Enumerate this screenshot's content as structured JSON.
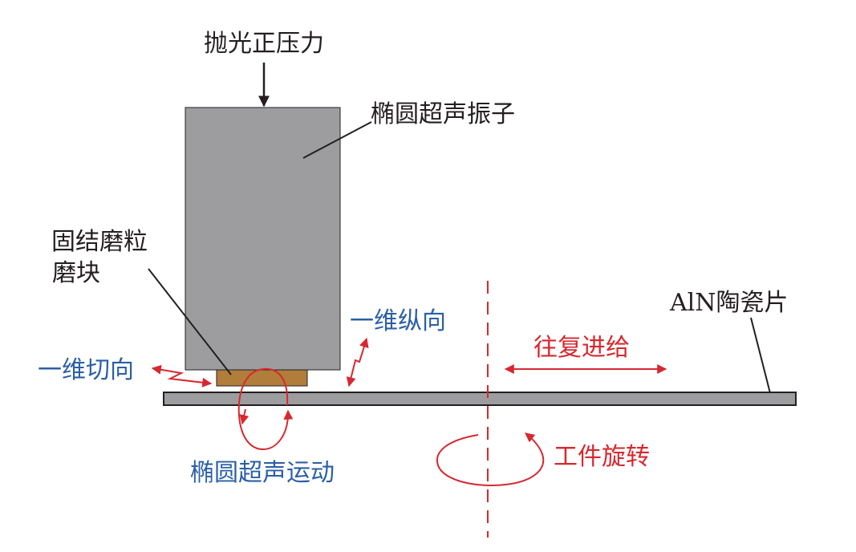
{
  "labels": {
    "polish_force": "抛光正压力",
    "transducer": "椭圆超声振子",
    "abrasive_block_line1": "固结磨粒",
    "abrasive_block_line2": "磨块",
    "tangential": "一维切向",
    "longitudinal": "一维纵向",
    "elliptic_motion": "椭圆超声运动",
    "reciprocating_feed": "往复进给",
    "workpiece": "AlN陶瓷片",
    "workpiece_rotation": "工件旋转"
  },
  "colors": {
    "transducer_fill": "#9d9d9f",
    "block_fill": "#b07d3b",
    "plate_fill": "#9d9d9f",
    "outline": "#231f20",
    "label_black": "#231f20",
    "label_blue": "#2b5fa6",
    "label_red": "#d7282f"
  }
}
